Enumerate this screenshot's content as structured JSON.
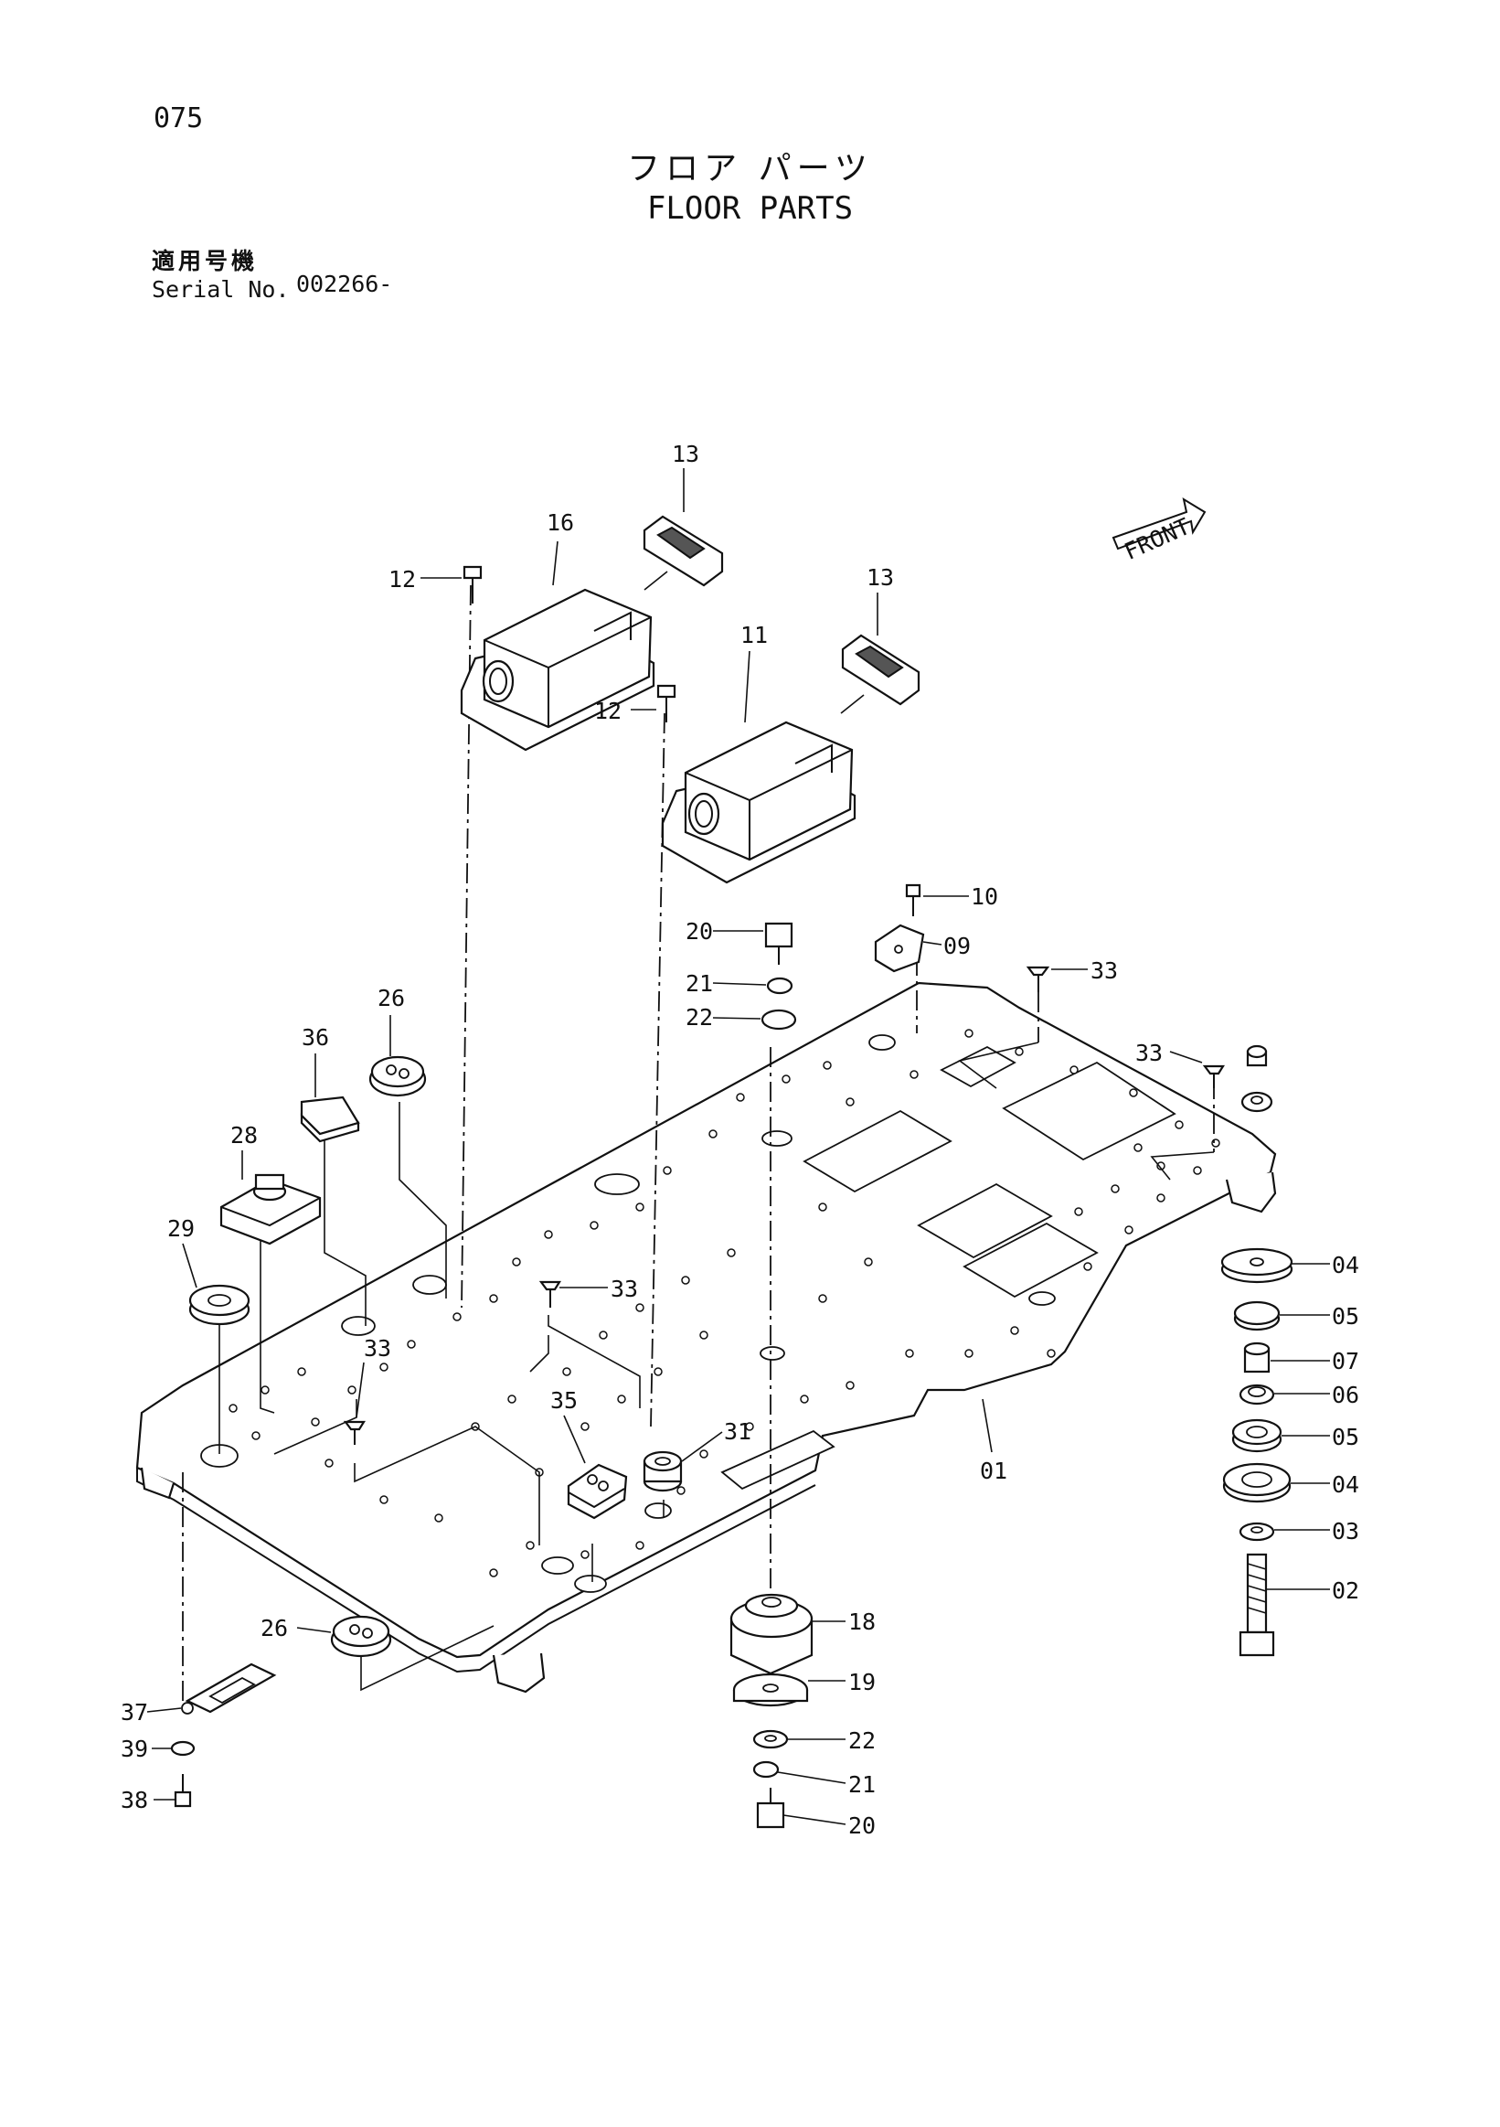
{
  "header": {
    "page_number": "075",
    "title_jp": "フロア パーツ",
    "title_en": "FLOOR PARTS",
    "serial_label_jp": "適用号機",
    "serial_label_en": "Serial No.",
    "serial_value": "002266-"
  },
  "diagram": {
    "front_indicator": "FRONT",
    "callouts": [
      "13",
      "16",
      "12",
      "13",
      "11",
      "12",
      "10",
      "20",
      "09",
      "21",
      "33",
      "22",
      "26",
      "36",
      "33",
      "28",
      "29",
      "33",
      "04",
      "05",
      "33",
      "07",
      "06",
      "35",
      "31",
      "05",
      "01",
      "04",
      "03",
      "02",
      "26",
      "18",
      "19",
      "37",
      "22",
      "39",
      "21",
      "38",
      "20"
    ]
  }
}
